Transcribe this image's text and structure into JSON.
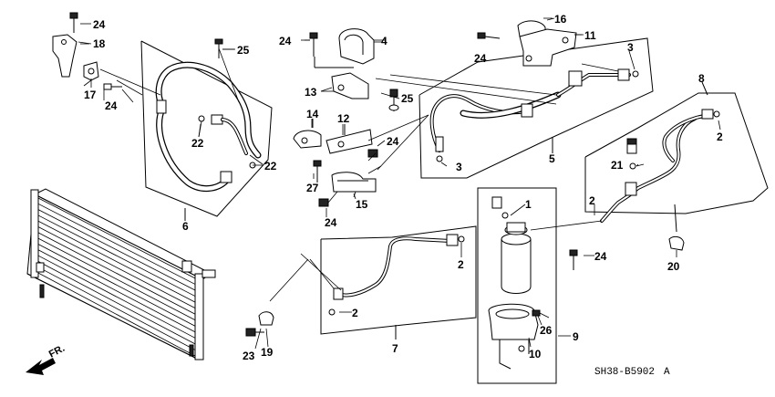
{
  "diagram": {
    "code": "SH38-B5902",
    "code_suffix": "A",
    "direction_label": "FR.",
    "callouts": {
      "c1": "1",
      "c2a": "2",
      "c2b": "2",
      "c2c": "2",
      "c2d": "2",
      "c3a": "3",
      "c3b": "3",
      "c4": "4",
      "c5": "5",
      "c6": "6",
      "c7": "7",
      "c8": "8",
      "c9": "9",
      "c10": "10",
      "c11": "11",
      "c12": "12",
      "c13": "13",
      "c14": "14",
      "c15": "15",
      "c16": "16",
      "c17": "17",
      "c18": "18",
      "c19": "19",
      "c20": "20",
      "c21": "21",
      "c22a": "22",
      "c22b": "22",
      "c23": "23",
      "c24a": "24",
      "c24b": "24",
      "c24c": "24",
      "c24d": "24",
      "c24e": "24",
      "c24f": "24",
      "c24g": "24",
      "c25a": "25",
      "c25b": "25",
      "c26": "26",
      "c27": "27"
    }
  }
}
